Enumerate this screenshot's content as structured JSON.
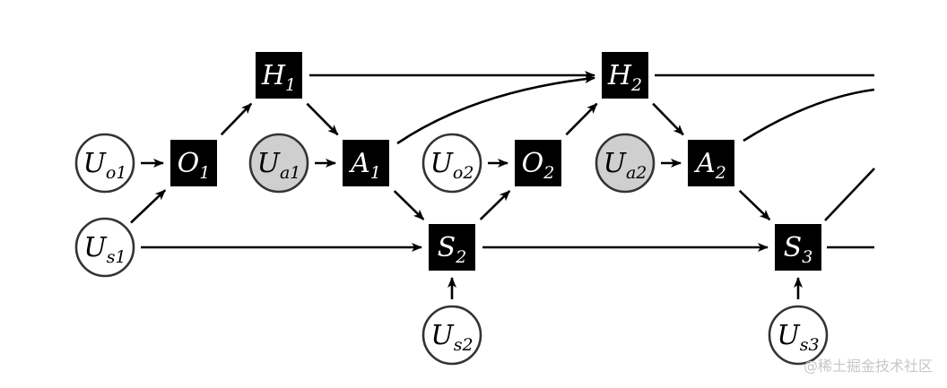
{
  "diagram": {
    "nodes": [
      {
        "id": "H1",
        "type": "state",
        "base": "H",
        "sub": "1"
      },
      {
        "id": "H2",
        "type": "state",
        "base": "H",
        "sub": "2"
      },
      {
        "id": "O1",
        "type": "state",
        "base": "O",
        "sub": "1"
      },
      {
        "id": "O2",
        "type": "state",
        "base": "O",
        "sub": "2"
      },
      {
        "id": "A1",
        "type": "state",
        "base": "A",
        "sub": "1"
      },
      {
        "id": "A2",
        "type": "state",
        "base": "A",
        "sub": "2"
      },
      {
        "id": "S2",
        "type": "state",
        "base": "S",
        "sub": "2"
      },
      {
        "id": "S3",
        "type": "state",
        "base": "S",
        "sub": "3"
      },
      {
        "id": "Uo1",
        "type": "noise",
        "base": "U",
        "sub": "o1"
      },
      {
        "id": "Uo2",
        "type": "noise",
        "base": "U",
        "sub": "o2"
      },
      {
        "id": "Ua1",
        "type": "noise-shaded",
        "base": "U",
        "sub": "a1"
      },
      {
        "id": "Ua2",
        "type": "noise-shaded",
        "base": "U",
        "sub": "a2"
      },
      {
        "id": "Us1",
        "type": "noise",
        "base": "U",
        "sub": "s1"
      },
      {
        "id": "Us2",
        "type": "noise",
        "base": "U",
        "sub": "s2"
      },
      {
        "id": "Us3",
        "type": "noise",
        "base": "U",
        "sub": "s3"
      }
    ],
    "edges": [
      {
        "from": "Uo1",
        "to": "O1"
      },
      {
        "from": "Us1",
        "to": "O1"
      },
      {
        "from": "O1",
        "to": "H1"
      },
      {
        "from": "H1",
        "to": "A1"
      },
      {
        "from": "Ua1",
        "to": "A1"
      },
      {
        "from": "H1",
        "to": "H2"
      },
      {
        "from": "A1",
        "to": "H2",
        "curved": true
      },
      {
        "from": "A1",
        "to": "S2"
      },
      {
        "from": "Us1",
        "to": "S2"
      },
      {
        "from": "Us2",
        "to": "S2"
      },
      {
        "from": "S2",
        "to": "O2"
      },
      {
        "from": "Uo2",
        "to": "O2"
      },
      {
        "from": "O2",
        "to": "H2"
      },
      {
        "from": "H2",
        "to": "A2"
      },
      {
        "from": "Ua2",
        "to": "A2"
      },
      {
        "from": "A2",
        "to": "S3"
      },
      {
        "from": "S2",
        "to": "S3"
      },
      {
        "from": "Us3",
        "to": "S3"
      },
      {
        "from": "H2",
        "to": "offscreen",
        "open": true
      },
      {
        "from": "A2",
        "to": "offscreen",
        "open": true,
        "curved": true
      },
      {
        "from": "S3",
        "to": "offscreen",
        "open": true
      },
      {
        "from": "S3",
        "to": "offscreen",
        "open": true,
        "diagonal": true
      }
    ]
  },
  "watermark": "@稀土掘金技术社区"
}
